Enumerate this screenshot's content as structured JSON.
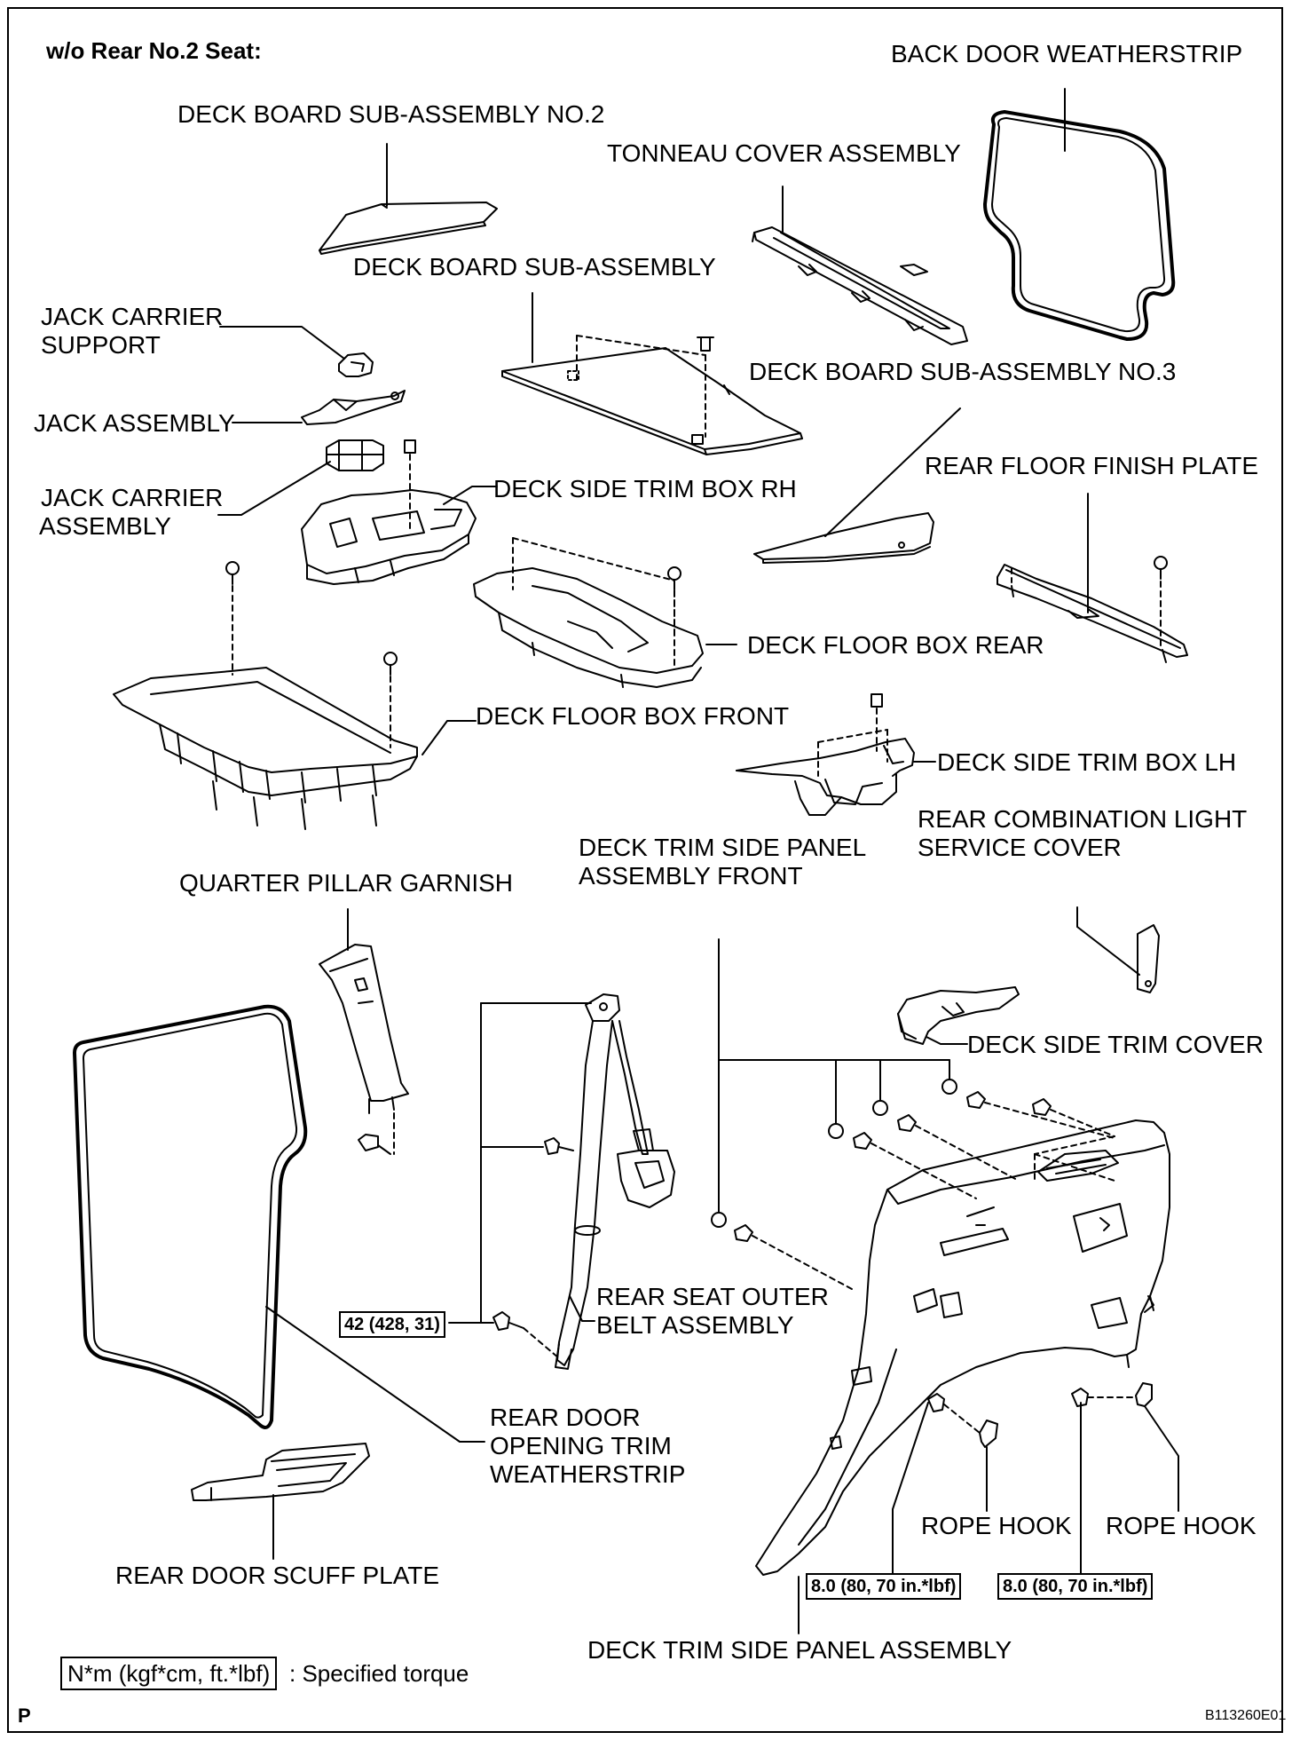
{
  "header": {
    "variant": "w/o Rear No.2 Seat:"
  },
  "labels": {
    "back_door_weatherstrip": "BACK DOOR WEATHERSTRIP",
    "deck_board_no2": "DECK BOARD SUB-ASSEMBLY NO.2",
    "tonneau_cover": "TONNEAU COVER ASSEMBLY",
    "deck_board": "DECK BOARD SUB-ASSEMBLY",
    "jack_carrier_support": [
      "JACK CARRIER",
      "SUPPORT"
    ],
    "jack_assembly": "JACK ASSEMBLY",
    "deck_board_no3": "DECK BOARD SUB-ASSEMBLY NO.3",
    "jack_carrier_assembly": [
      "JACK CARRIER",
      "ASSEMBLY"
    ],
    "deck_side_trim_box_rh": "DECK SIDE TRIM BOX RH",
    "rear_floor_finish_plate": "REAR FLOOR FINISH PLATE",
    "deck_floor_box_rear": "DECK FLOOR BOX REAR",
    "deck_floor_box_front": "DECK FLOOR BOX FRONT",
    "deck_side_trim_box_lh": "DECK SIDE TRIM BOX LH",
    "rear_combination_light_cover": [
      "REAR COMBINATION LIGHT",
      "SERVICE COVER"
    ],
    "deck_trim_side_panel_front": [
      "DECK TRIM SIDE PANEL",
      "ASSEMBLY FRONT"
    ],
    "quarter_pillar_garnish": "QUARTER PILLAR GARNISH",
    "deck_side_trim_cover": "DECK SIDE TRIM COVER",
    "rear_seat_outer_belt": [
      "REAR SEAT OUTER",
      "BELT ASSEMBLY"
    ],
    "rear_door_opening_weatherstrip": [
      "REAR DOOR",
      "OPENING TRIM",
      "WEATHERSTRIP"
    ],
    "rope_hook_left": "ROPE HOOK",
    "rope_hook_right": "ROPE HOOK",
    "rear_door_scuff_plate": "REAR DOOR SCUFF PLATE",
    "deck_trim_side_panel": "DECK TRIM SIDE PANEL ASSEMBLY"
  },
  "torques": {
    "belt": "42 (428, 31)",
    "rope_hook_left": "8.0 (80, 70 in.*lbf)",
    "rope_hook_right": "8.0 (80, 70 in.*lbf)"
  },
  "legend": {
    "box": "N*m (kgf*cm, ft.*lbf)",
    "text": ": Specified torque"
  },
  "footer": {
    "page_mark": "P",
    "figure_id": "B113260E01"
  }
}
